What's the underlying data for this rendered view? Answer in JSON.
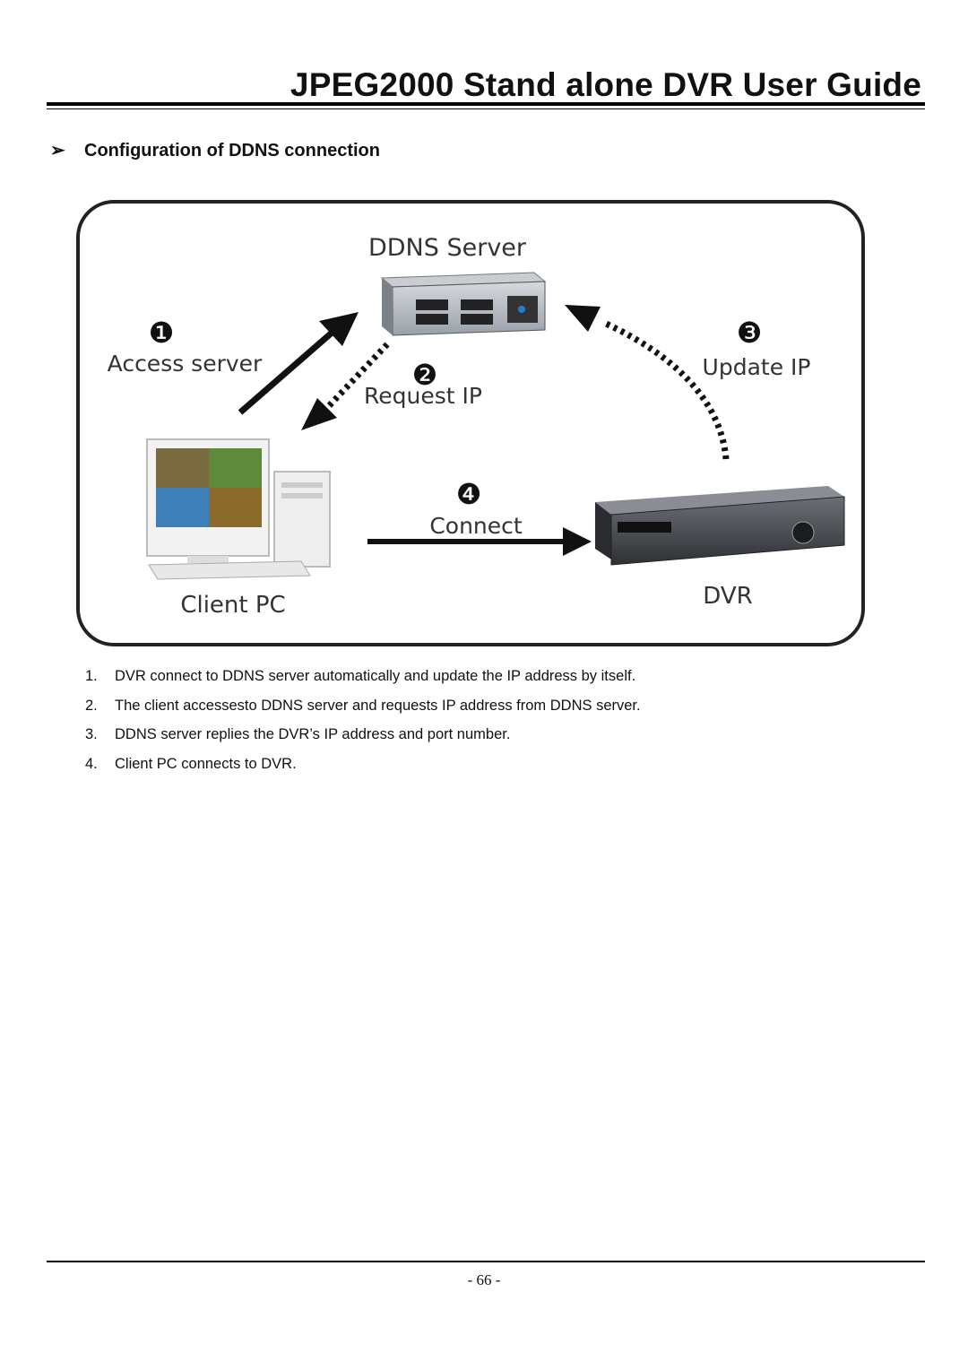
{
  "header": {
    "title": "JPEG2000 Stand alone DVR User Guide"
  },
  "section": {
    "bullet_icon": "arrow-bullet-icon",
    "title": "Configuration of DDNS connection"
  },
  "diagram": {
    "nodes": {
      "ddns_server": "DDNS Server",
      "client_pc": "Client PC",
      "dvr": "DVR"
    },
    "steps": [
      {
        "number": "1",
        "marker": "❶",
        "label": "Access server"
      },
      {
        "number": "2",
        "marker": "❷",
        "label": "Request IP"
      },
      {
        "number": "3",
        "marker": "❸",
        "label": "Update IP"
      },
      {
        "number": "4",
        "marker": "❹",
        "label": "Connect"
      }
    ]
  },
  "list": [
    {
      "num": "1.",
      "text": "DVR connect to DDNS server automatically and update the IP address by itself."
    },
    {
      "num": "2.",
      "text": "The client accessesto DDNS server and requests IP address from DDNS server."
    },
    {
      "num": "3.",
      "text": "DDNS server replies the DVR’s IP address and port number."
    },
    {
      "num": "4.",
      "text": "Client PC connects to DVR."
    }
  ],
  "footer": {
    "page": "- 66 -"
  }
}
